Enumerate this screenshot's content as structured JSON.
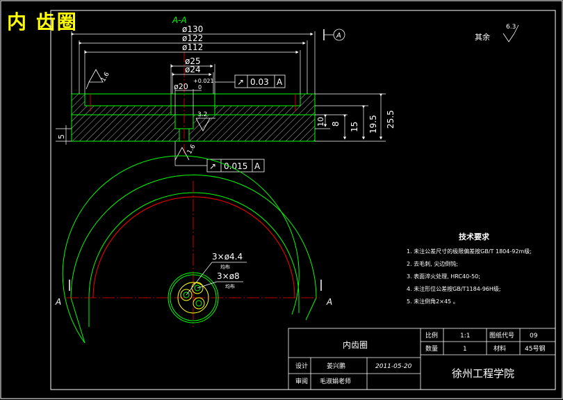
{
  "header": {
    "title": "内 齿圈"
  },
  "section": {
    "label": "A-A",
    "dims": {
      "d130": "ø130",
      "d122": "ø122",
      "d112": "ø112",
      "d25": "ø25",
      "d24": "ø24",
      "d20": "ø20",
      "tol_upper": "+0.021",
      "tol_lower": "0",
      "h25_5": "25.5",
      "h19_5": "19.5",
      "h15": "15",
      "h8": "8",
      "h10": "10",
      "h5": "5",
      "rough_16a": "1.6",
      "rough_16b": "1.6",
      "rough_32": "3.2"
    },
    "tolerance_frames": [
      {
        "symbol": "↗",
        "value": "0.03",
        "datum": "A"
      },
      {
        "symbol": "↗",
        "value": "0.015",
        "datum": "A"
      }
    ],
    "datum_label": "A"
  },
  "roughness_note": {
    "label": "其余",
    "value": "6.3"
  },
  "plan_view": {
    "hole_note_1": "3×ø4.4",
    "hole_sub_1": "均布",
    "hole_note_2": "3×ø8",
    "hole_sub_2": "均布",
    "cut_left": "A",
    "cut_right": "A"
  },
  "tech_requirements": {
    "title": "技术要求",
    "items": [
      "1. 未注公差尺寸的极限偏差按GB/T 1804-92m级;",
      "2. 去毛刺, 尖边倒钝;",
      "3. 表面淬火处理, HRC40-50;",
      "4. 未注形位公差按GB/T1184-96H级;",
      "5. 未注倒角2×45 。"
    ]
  },
  "title_block": {
    "part_name": "内齿圈",
    "scale_label": "比例",
    "scale_value": "1:1",
    "drawing_no_label": "图纸代号",
    "drawing_no_value": "09",
    "qty_label": "数量",
    "qty_value": "1",
    "material_label": "材料",
    "material_value": "45号钢",
    "design_label": "设计",
    "designer": "姜兴鹏",
    "date": "2011-05-20",
    "review_label": "审阅",
    "reviewer": "毛淑娟老师",
    "school": "徐州工程学院"
  },
  "colors": {
    "background": "#000000",
    "frame": "#ffffff",
    "outline": "#00ff00",
    "dimension": "#ffffff",
    "centerline": "#ff0000",
    "title_text": "#ffff00"
  }
}
